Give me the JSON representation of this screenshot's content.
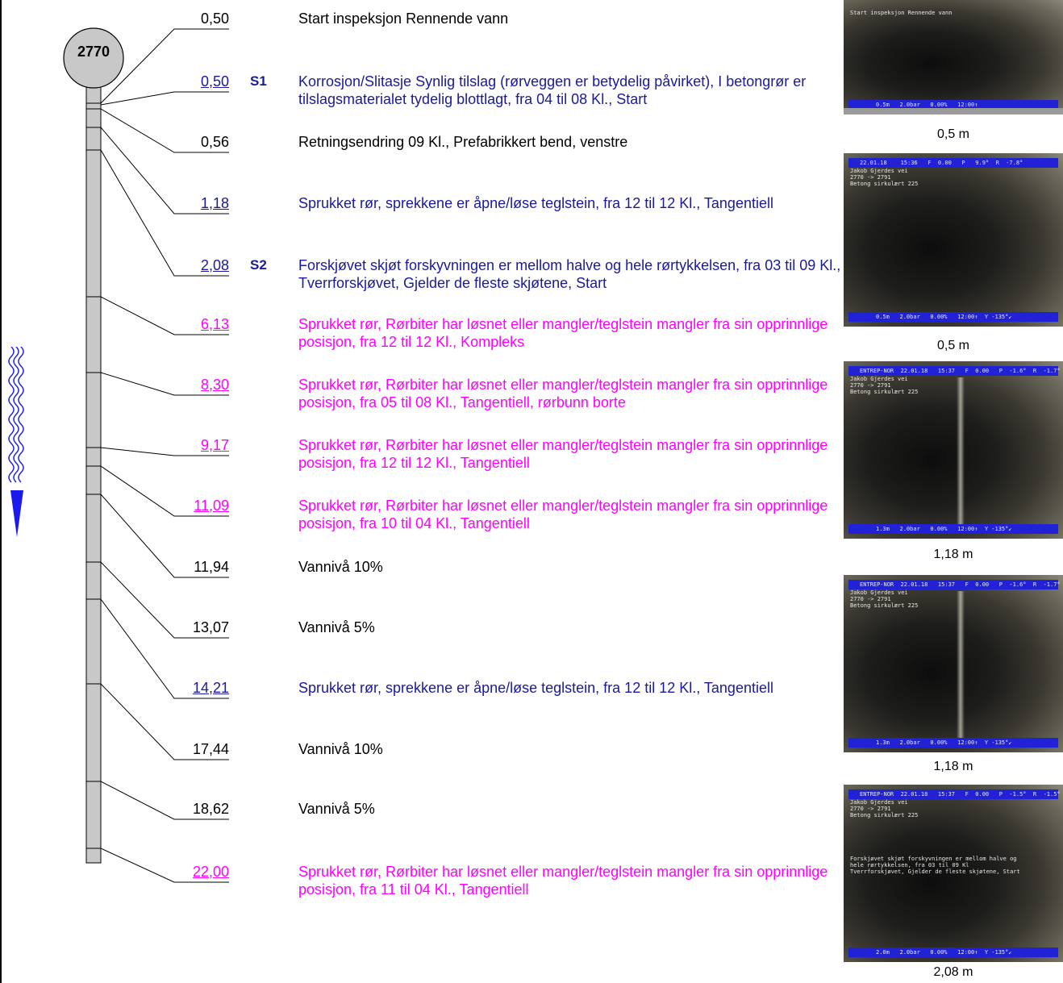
{
  "node": {
    "id": "2770"
  },
  "entries": [
    {
      "distance": "0,50",
      "severity": "",
      "description": "Start inspeksjon Rennende vann",
      "color": "#000000"
    },
    {
      "distance": "0,50",
      "severity": "S1",
      "description": "Korrosjon/Slitasje Synlig tilslag (rørveggen er betydelig påvirket), I betongrør er tilslagsmaterialet tydelig blottlagt, fra 04 til 08 Kl., Start",
      "color": "#1a1a9a"
    },
    {
      "distance": "0,56",
      "severity": "",
      "description": "Retningsendring  09 Kl., Prefabrikkert bend, venstre",
      "color": "#000000"
    },
    {
      "distance": "1,18",
      "severity": "",
      "description": "Sprukket rør, sprekkene er åpne/løse teglstein, fra 12 til 12 Kl., Tangentiell",
      "color": "#1a1a9a"
    },
    {
      "distance": "2,08",
      "severity": "S2",
      "description": "Forskjøvet skjøt forskyvningen er mellom halve og hele rørtykkelsen, fra 03 til 09 Kl., Tverrforskjøvet, Gjelder de fleste skjøtene, Start",
      "color": "#1a1a9a"
    },
    {
      "distance": "6,13",
      "severity": "",
      "description": "Sprukket rør, Rørbiter har løsnet eller mangler/teglstein mangler fra sin opprinnlige posisjon, fra 12 til 12 Kl., Kompleks",
      "color": "#ff00ff"
    },
    {
      "distance": "8,30",
      "severity": "",
      "description": "Sprukket rør, Rørbiter har løsnet eller mangler/teglstein mangler fra sin opprinnlige posisjon, fra 05 til 08 Kl., Tangentiell, rørbunn borte",
      "color": "#ff00ff"
    },
    {
      "distance": "9,17",
      "severity": "",
      "description": "Sprukket rør, Rørbiter har løsnet eller mangler/teglstein mangler fra sin opprinnlige posisjon, fra 12 til 12 Kl., Tangentiell",
      "color": "#ff00ff"
    },
    {
      "distance": "11,09",
      "severity": "",
      "description": "Sprukket rør, Rørbiter har løsnet eller mangler/teglstein mangler fra sin opprinnlige posisjon, fra 10 til 04 Kl., Tangentiell",
      "color": "#ff00ff"
    },
    {
      "distance": "11,94",
      "severity": "",
      "description": "Vannivå 10%",
      "color": "#000000"
    },
    {
      "distance": "13,07",
      "severity": "",
      "description": "Vannivå 5%",
      "color": "#000000"
    },
    {
      "distance": "14,21",
      "severity": "",
      "description": "Sprukket rør, sprekkene er åpne/løse teglstein, fra 12 til 12 Kl., Tangentiell",
      "color": "#1a1a9a"
    },
    {
      "distance": "17,44",
      "severity": "",
      "description": "Vannivå 10%",
      "color": "#000000"
    },
    {
      "distance": "18,62",
      "severity": "",
      "description": "Vannivå 5%",
      "color": "#000000"
    },
    {
      "distance": "22,00",
      "severity": "",
      "description": "Sprukket rør, Rørbiter har løsnet eller mangler/teglstein mangler fra sin opprinnlige posisjon, fra 11 til 04 Kl., Tangentiell",
      "color": "#ff00ff"
    }
  ],
  "photos": [
    {
      "caption": "0,5 m",
      "header": "",
      "overlay": "Start inspeksjon Rennende vann",
      "footer": "0.5m   2.0bar   0.00%   12:00↑",
      "message": ""
    },
    {
      "caption": "0,5 m",
      "header": "22.01.18    15:36   F  0.00   P   9.9°  R  -7.8°",
      "overlay": "Jakob Gjerdes vei\n2770 -> 2791\nBetong sirkulært 225",
      "footer": "0.5m   2.0bar   0.00%   12:00↑  Y -135°↙",
      "message": ""
    },
    {
      "caption": "1,18 m",
      "header": "ENTREP-NOR  22.01.18   15:37   F  0.00   P  -1.6°  R  -1.7°",
      "overlay": "Jakob Gjerdes vei\n2770 -> 2791\nBetong sirkulært 225",
      "footer": "1.3m   2.0bar   0.00%   12:00↑  Y -135°↙",
      "message": ""
    },
    {
      "caption": "1,18 m",
      "header": "ENTREP-NOR  22.01.18   15:37   F  0.00   P  -1.6°  R  -1.7°",
      "overlay": "Jakob Gjerdes vei\n2770 -> 2791\nBetong sirkulært 225",
      "footer": "1.3m   2.0bar   0.00%   12:00↑  Y -135°↙",
      "message": ""
    },
    {
      "caption": "2,08 m",
      "header": "ENTREP-NOR  22.01.18   15:37   F  0.00   P  -1.5°  R  -1.5°",
      "overlay": "Jakob Gjerdes vei\n2770 -> 2791\nBetong sirkulært 225",
      "footer": "2.0m   2.0bar   0.00%   12:00↑  Y -135°↙",
      "message": "Forskjøvet skjøt forskyvningen er mellom halve og\nhele rørtykkelsen, fra 03 til 09 Kl\nTverrforskjøvet, Gjelder de fleste skjøtene, Start"
    }
  ]
}
